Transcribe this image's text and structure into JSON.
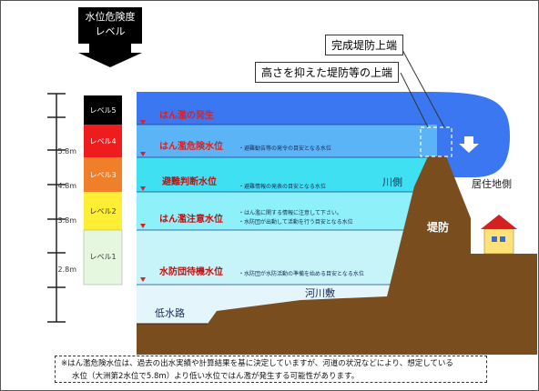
{
  "header": {
    "line1": "水位危険度",
    "line2": "レベル"
  },
  "levels": [
    {
      "label": "レベル5",
      "color": "#000000",
      "text_color": "#ffffff"
    },
    {
      "label": "レベル4",
      "color": "#ee1c1c",
      "text_color": "#ffffff"
    },
    {
      "label": "レベル3",
      "color": "#f07f2a",
      "text_color": "#ffffff"
    },
    {
      "label": "レベル2",
      "color": "#ffee33",
      "text_color": "#333333"
    },
    {
      "label": "レベル1",
      "color": "#e6f7e0",
      "text_color": "#333333"
    }
  ],
  "scale_values": [
    "5.8m",
    "4.8m",
    "3.8m",
    "2.8m"
  ],
  "water_bands": [
    {
      "label": "はん濫の発生",
      "color": "#3a77f0",
      "label_color": "#e02020",
      "note": ""
    },
    {
      "label": "はん濫危険水位",
      "color": "#5ab4f5",
      "label_color": "#e02020",
      "note": "・避難勧告等の発令の目安となる水位"
    },
    {
      "label": "避難判断水位",
      "color": "#3fe0f2",
      "label_color": "#c01010",
      "note": "・避難情報の発表の目安となる水位"
    },
    {
      "label": "はん濫注意水位",
      "color": "#8ef0f8",
      "label_color": "#c01010",
      "note": "・はん濫に関する情報に注意して下さい。\n・水防団が出動して活動を行う目安となる水位"
    },
    {
      "label": "水防団待機水位",
      "color": "#c6f4f8",
      "label_color": "#c01010",
      "note": "・水防団が水防活動の準備を始める目安となる水位"
    }
  ],
  "callouts": {
    "completed": "完成堤防上端",
    "suppressed": "高さを抑えた堤防等の上端"
  },
  "labels": {
    "river_side": "川側",
    "residential_side": "居住地側",
    "levee": "堤防",
    "floodplain": "河川敷",
    "low_water_channel": "低水路"
  },
  "footnote": {
    "line1": "※はん濫危険水位は、過去の出水実績や計算結果を基に決定していますが、河道の状況などにより、想定している",
    "line2": "水位（大洲第2水位で5.8m）より低い水位ではん濫が発生する可能性があります。"
  }
}
